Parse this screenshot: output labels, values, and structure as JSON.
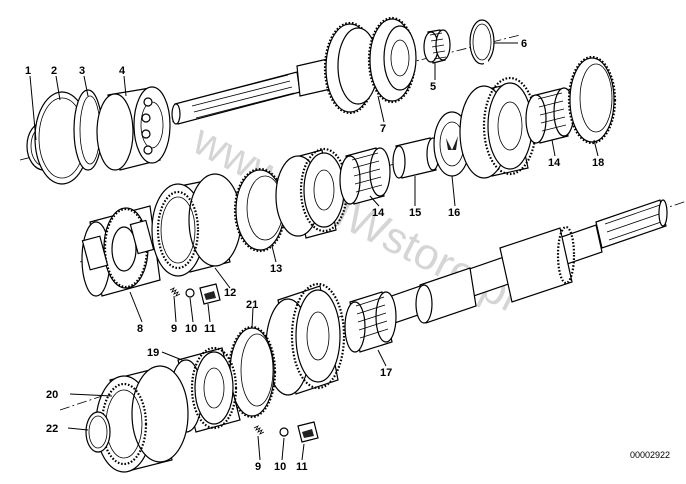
{
  "diagram": {
    "reference_number": "00002922",
    "watermark": "www.BMWstore.pl",
    "callouts": {
      "c1": "1",
      "c2": "2",
      "c3": "3",
      "c4": "4",
      "c5": "5",
      "c6": "6",
      "c7": "7",
      "c8": "8",
      "c9a": "9",
      "c10a": "10",
      "c11a": "11",
      "c12": "12",
      "c13": "13",
      "c14a": "14",
      "c14b": "14",
      "c15": "15",
      "c16": "16",
      "c17": "17",
      "c18": "18",
      "c19": "19",
      "c20": "20",
      "c21": "21",
      "c22": "22",
      "c9b": "9",
      "c10b": "10",
      "c11b": "11"
    }
  }
}
